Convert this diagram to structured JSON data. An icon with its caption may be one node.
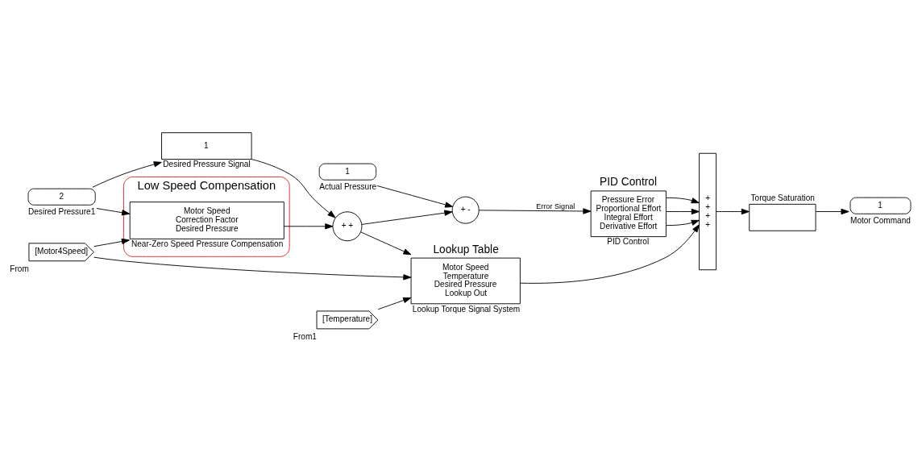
{
  "diagram": {
    "nodes": [
      {
        "text": [
          "Low Speed Compensation"
        ]
      },
      {
        "text": [
          "[Motor4Speed]"
        ],
        "beside": [
          "From"
        ]
      },
      {
        "text": [
          "Motor Speed",
          "Correction Factor",
          "Desired Pressure"
        ],
        "in": 0,
        "beside": [
          "Near-Zero Speed Pressure Compensation"
        ]
      },
      {
        "text": [
          "Lookup Table",
          "Motor Speed",
          "Temperature",
          "Desired Pressure",
          "Lookup Out"
        ],
        "beside": [
          "Lookup Torque Signal System"
        ]
      },
      {
        "text": [
          "[Temperature]"
        ],
        "beside": [
          "From1"
        ]
      },
      {
        "text": [
          "2"
        ],
        "beside": [
          "Desired Pressure1"
        ]
      },
      {
        "text": [
          "1"
        ],
        "beside": [
          "Desired Pressure Signal"
        ]
      },
      {
        "text": [
          "+ +"
        ]
      },
      {
        "text": [
          "+ -"
        ]
      },
      {
        "text": [
          "1"
        ],
        "beside": [
          "Actual Pressure"
        ]
      },
      {
        "text": [
          "PID Control",
          "Pressure Error",
          "Proportional Effort",
          "Integral Effort",
          "Derivative Effort"
        ],
        "beside": [
          "PID Control"
        ]
      },
      {
        "text": [
          "+",
          "+",
          "+",
          "+"
        ]
      },
      {
        "text": [],
        "shape": "box",
        "beside": [
          "Torque Saturation"
        ]
      },
      {
        "text": [
          "1"
        ],
        "beside": [
          "Motor Command"
        ]
      }
    ],
    "edges": [
      {
        "from": 1,
        "to": 2,
        "arrow": "to"
      },
      {
        "from": 1,
        "to": 3,
        "arrow": "to"
      },
      {
        "from": 4,
        "to": 3,
        "arrow": "to"
      },
      {
        "from": 5,
        "to": 2,
        "arrow": "to"
      },
      {
        "from": 5,
        "to": 6,
        "arrow": "to"
      },
      {
        "from": 6,
        "to": 7,
        "arrow": "to"
      },
      {
        "from": 2,
        "to": 7,
        "arrow": "to"
      },
      {
        "from": 7,
        "to": 3,
        "arrow": "to"
      },
      {
        "from": 7,
        "to": 8,
        "arrow": "to"
      },
      {
        "from": 9,
        "to": 8,
        "arrow": "to"
      },
      {
        "from": 8,
        "to": 10,
        "arrow": "to",
        "label": "Error Signal"
      },
      {
        "from": 3,
        "to": 11,
        "arrow": "to"
      },
      {
        "from": 10,
        "to": 11,
        "arrow": "to"
      },
      {
        "from": 10,
        "to": 11,
        "arrow": "to"
      },
      {
        "from": 10,
        "to": 11,
        "arrow": "to"
      },
      {
        "from": 11,
        "to": 12,
        "arrow": "to"
      },
      {
        "from": 12,
        "to": 13,
        "arrow": "to"
      }
    ]
  }
}
